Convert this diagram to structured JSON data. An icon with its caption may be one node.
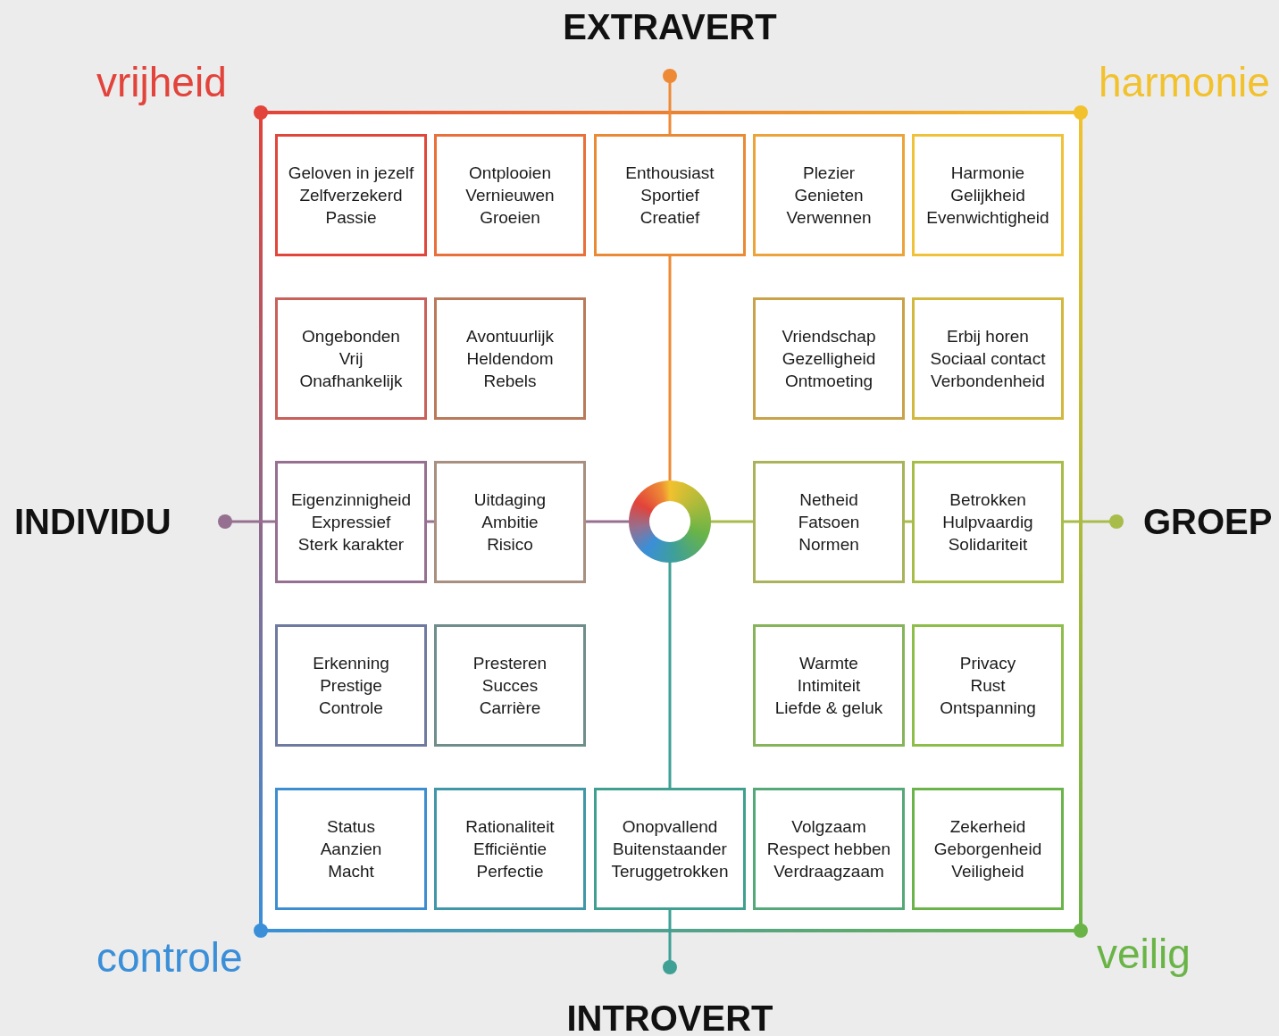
{
  "diagram": {
    "nodes": [
      {
        "text": [
          "Geloven in jezelf",
          "Zelfverzekerd",
          "Passie"
        ]
      },
      {
        "text": [
          "Ontplooien",
          "Vernieuwen",
          "Groeien"
        ]
      },
      {
        "text": [
          "Enthousiast",
          "Sportief",
          "Creatief"
        ]
      },
      {
        "text": [
          "Plezier",
          "Genieten",
          "Verwennen"
        ]
      },
      {
        "text": [
          "Harmonie",
          "Gelijkheid",
          "Evenwichtigheid"
        ]
      },
      {
        "text": [
          "Ongebonden",
          "Vrij",
          "Onafhankelijk"
        ]
      },
      {
        "text": [
          "Avontuurlijk",
          "Heldendom",
          "Rebels"
        ]
      },
      {
        "text": [
          "Vriendschap",
          "Gezelligheid",
          "Ontmoeting"
        ]
      },
      {
        "text": [
          "Erbij horen",
          "Sociaal contact",
          "Verbondenheid"
        ]
      },
      {
        "text": [
          "Eigenzinnigheid",
          "Expressief",
          "Sterk karakter"
        ]
      },
      {
        "text": [
          "Uitdaging",
          "Ambitie",
          "Risico"
        ]
      },
      {
        "text": [
          "Netheid",
          "Fatsoen",
          "Normen"
        ]
      },
      {
        "text": [
          "Betrokken",
          "Hulpvaardig",
          "Solidariteit"
        ]
      },
      {
        "text": [
          "Erkenning",
          "Prestige",
          "Controle"
        ]
      },
      {
        "text": [
          "Presteren",
          "Succes",
          "Carrière"
        ]
      },
      {
        "text": [
          "Warmte",
          "Intimiteit",
          "Liefde & geluk"
        ]
      },
      {
        "text": [
          "Privacy",
          "Rust",
          "Ontspanning"
        ]
      },
      {
        "text": [
          "Status",
          "Aanzien",
          "Macht"
        ]
      },
      {
        "text": [
          "Rationaliteit",
          "Efficiëntie",
          "Perfectie"
        ]
      },
      {
        "text": [
          "Onopvallend",
          "Buitenstaander",
          "Teruggetrokken"
        ]
      },
      {
        "text": [
          "Volgzaam",
          "Respect hebben",
          "Verdraagzaam"
        ]
      },
      {
        "text": [
          "Zekerheid",
          "Geborgenheid",
          "Veiligheid"
        ]
      }
    ],
    "labels": [
      "EXTRAVERT",
      "vrijheid",
      "harmonie",
      "INDIVIDU",
      "GROEP",
      "controle",
      "veilig",
      "INTROVERT"
    ]
  }
}
